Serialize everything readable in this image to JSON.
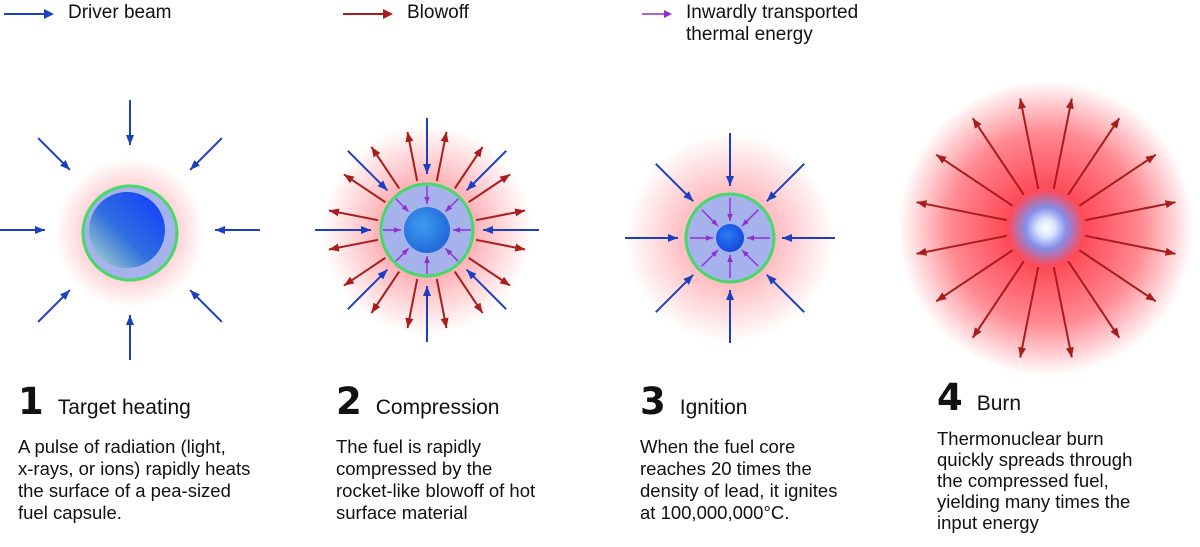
{
  "legend": [
    {
      "label_lines": [
        "Driver beam"
      ],
      "color": "#1a3fc0",
      "icon": "blue-arrow-icon"
    },
    {
      "label_lines": [
        "Blowoff"
      ],
      "color": "#a81c1c",
      "icon": "red-arrow-icon"
    },
    {
      "label_lines": [
        "Inwardly transported",
        "thermal energy"
      ],
      "color": "#8e2fd0",
      "icon": "purple-arrow-icon"
    }
  ],
  "steps": [
    {
      "number": "1",
      "title": "Target heating",
      "description_lines": [
        "A pulse of radiation (light,",
        "x-rays, or ions) rapidly heats",
        "the surface of a pea-sized",
        "fuel capsule."
      ]
    },
    {
      "number": "2",
      "title": "Compression",
      "description_lines": [
        "The fuel is rapidly",
        "compressed by the",
        "rocket-like blowoff of hot",
        "surface material"
      ]
    },
    {
      "number": "3",
      "title": "Ignition",
      "description_lines": [
        "When the fuel core",
        "reaches 20 times the",
        "density of lead, it ignites",
        "at 100,000,000°C."
      ]
    },
    {
      "number": "4",
      "title": "Burn",
      "description_lines": [
        "Thermonuclear burn",
        "quickly spreads through",
        "the compressed fuel,",
        "yielding many times the",
        "input energy"
      ]
    }
  ],
  "colors": {
    "driver_beam": "#1a3fc0",
    "blowoff": "#a81c1c",
    "thermal": "#8e2fd0",
    "capsule_ring": "#47d86a",
    "capsule_fill": "#a6b2ec",
    "glow": "#ff2b3b"
  }
}
